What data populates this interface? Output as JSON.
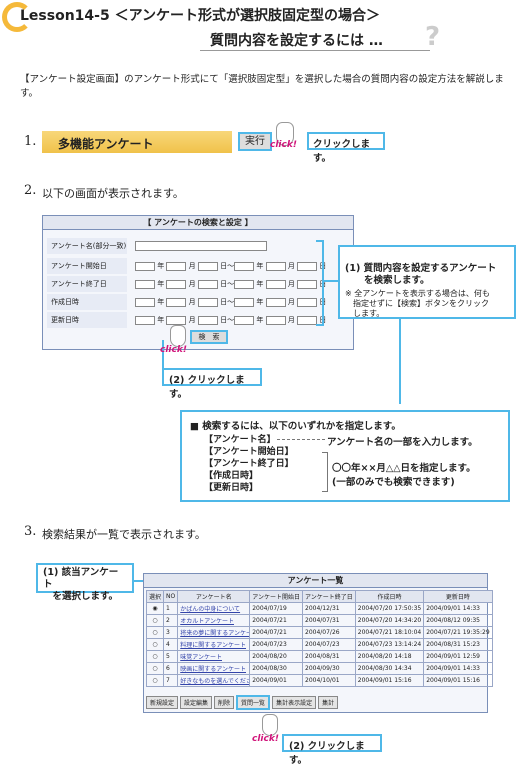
{
  "header": {
    "line1": "Lesson14-5 ＜アンケート形式が選択肢固定型の場合＞",
    "line2": "質問内容を設定するには …"
  },
  "intro": "【アンケート設定画面】のアンケート形式にて「選択肢固定型」を選択した場合の質問内容の設定方法を解説します。",
  "step1": {
    "num": "1.",
    "banner": "多機能アンケート",
    "button": "実行",
    "click": "click!",
    "note": "クリックします。"
  },
  "step2": {
    "num": "2.",
    "text": "以下の画面が表示されます。",
    "panel_title": "【 アンケートの検索と設定 】",
    "fields": [
      "アンケート名(部分一致)",
      "アンケート開始日",
      "アンケート終了日",
      "作成日時",
      "更新日時"
    ],
    "date_units": {
      "year": "年",
      "month": "月",
      "day": "日",
      "from": "日～"
    },
    "search_button": "検　索",
    "note1_title": "(1) 質問内容を設定するアンケート\n　　を検索します。",
    "note1_sub": "※ 全アンケートを表示する場合は、何も\n　指定せずに【検索】ボタンをクリック\n　します。",
    "note2": "(2) クリックします。",
    "info_head": "■ 検索するには、以下のいずれかを指定します。",
    "info_items": [
      "【アンケート名】",
      "【アンケート開始日】",
      "【アンケート終了日】",
      "【作成日時】",
      "【更新日時】"
    ],
    "info_a": "アンケート名の一部を入力します。",
    "info_b": "〇〇年××月△△日を指定します。",
    "info_c": "(一部のみでも検索できます)"
  },
  "step3": {
    "num": "3.",
    "text": "検索結果が一覧で表示されます。",
    "note1": "(1) 該当アンケート\n　を選択します。",
    "note2": "(2) クリックします。",
    "table_title": "アンケート一覧",
    "columns": [
      "選択",
      "NO",
      "アンケート名",
      "アンケート開始日",
      "アンケート終了日",
      "作成日時",
      "更新日時"
    ],
    "rows": [
      [
        "1",
        "かばんの中身について",
        "2004/07/19",
        "2004/12/31",
        "2004/07/20 17:50:35",
        "2004/09/01 14:33"
      ],
      [
        "2",
        "オカルトアンケート",
        "2004/07/21",
        "2004/07/31",
        "2004/07/20 14:34:20",
        "2004/08/12 09:35"
      ],
      [
        "3",
        "将来の夢に関するアンケート",
        "2004/07/21",
        "2004/07/26",
        "2004/07/21 18:10:04",
        "2004/07/21 19:35:29"
      ],
      [
        "4",
        "料理に関するアンケート",
        "2004/07/23",
        "2004/07/23",
        "2004/07/23 13:14:24",
        "2004/08/31 15:23"
      ],
      [
        "5",
        "味覚アンケート",
        "2004/08/20",
        "2004/08/31",
        "2004/08/20 14:18",
        "2004/09/01 12:59"
      ],
      [
        "6",
        "映画に関するアンケート",
        "2004/08/30",
        "2004/09/30",
        "2004/08/30 14:34",
        "2004/09/01 14:33"
      ],
      [
        "7",
        "好きなものを選んでください",
        "2004/09/01",
        "2004/10/01",
        "2004/09/01 15:16",
        "2004/09/01 15:16"
      ]
    ],
    "buttons": [
      "新規設定",
      "設定編集",
      "削除",
      "質問一覧",
      "集計表示設定",
      "集計"
    ]
  }
}
